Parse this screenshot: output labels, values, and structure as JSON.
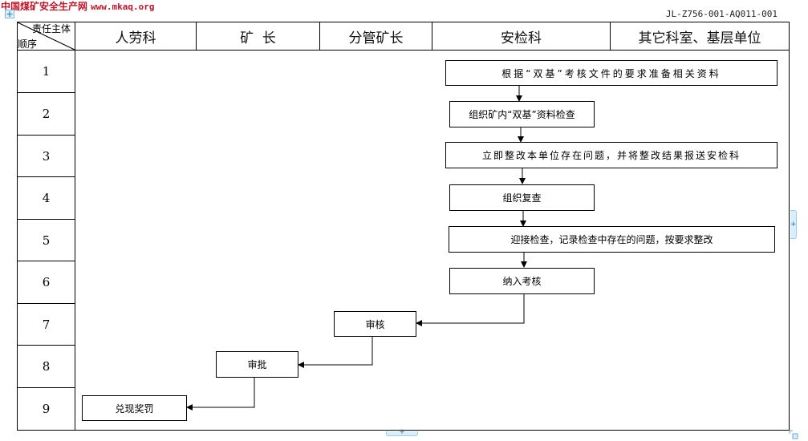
{
  "site": {
    "title": "中国煤矿安全生产网",
    "url": "www.mkaq.org"
  },
  "document_code": "JL-Z756-001-AQ011-001",
  "table": {
    "corner_top": "责任主体",
    "corner_bottom": "顺序",
    "columns": [
      "人劳科",
      "矿  长",
      "分管矿长",
      "安检科",
      "其它科室、基层单位"
    ],
    "rows": [
      "1",
      "2",
      "3",
      "4",
      "5",
      "6",
      "7",
      "8",
      "9"
    ]
  },
  "flow": {
    "steps": [
      {
        "id": 1,
        "text": "根据“双基”考核文件的要求准备相关资料",
        "column": "其它科室、基层单位"
      },
      {
        "id": 2,
        "text": "组织矿内“双基”资料检查",
        "column": "安检科"
      },
      {
        "id": 3,
        "text": "立即整改本单位存在问题，并将整改结果报送安检科",
        "column": "其它科室、基层单位"
      },
      {
        "id": 4,
        "text": "组织复查",
        "column": "安检科"
      },
      {
        "id": 5,
        "text": "迎接检查，记录检查中存在的问题，按要求整改",
        "column": "其它科室、基层单位"
      },
      {
        "id": 6,
        "text": "纳入考核",
        "column": "安检科"
      },
      {
        "id": 7,
        "text": "审核",
        "column": "分管矿长"
      },
      {
        "id": 8,
        "text": "审批",
        "column": "矿  长"
      },
      {
        "id": 9,
        "text": "兑现奖罚",
        "column": "人劳科"
      }
    ],
    "connections": [
      [
        1,
        2
      ],
      [
        2,
        3
      ],
      [
        3,
        4
      ],
      [
        4,
        5
      ],
      [
        5,
        6
      ],
      [
        6,
        7
      ],
      [
        7,
        8
      ],
      [
        8,
        9
      ]
    ]
  },
  "icons": {
    "anchor": "move-anchor-icon",
    "expand_right": "expand-right-icon",
    "expand_bottom": "expand-bottom-icon",
    "resize": "resize-handle-icon"
  }
}
